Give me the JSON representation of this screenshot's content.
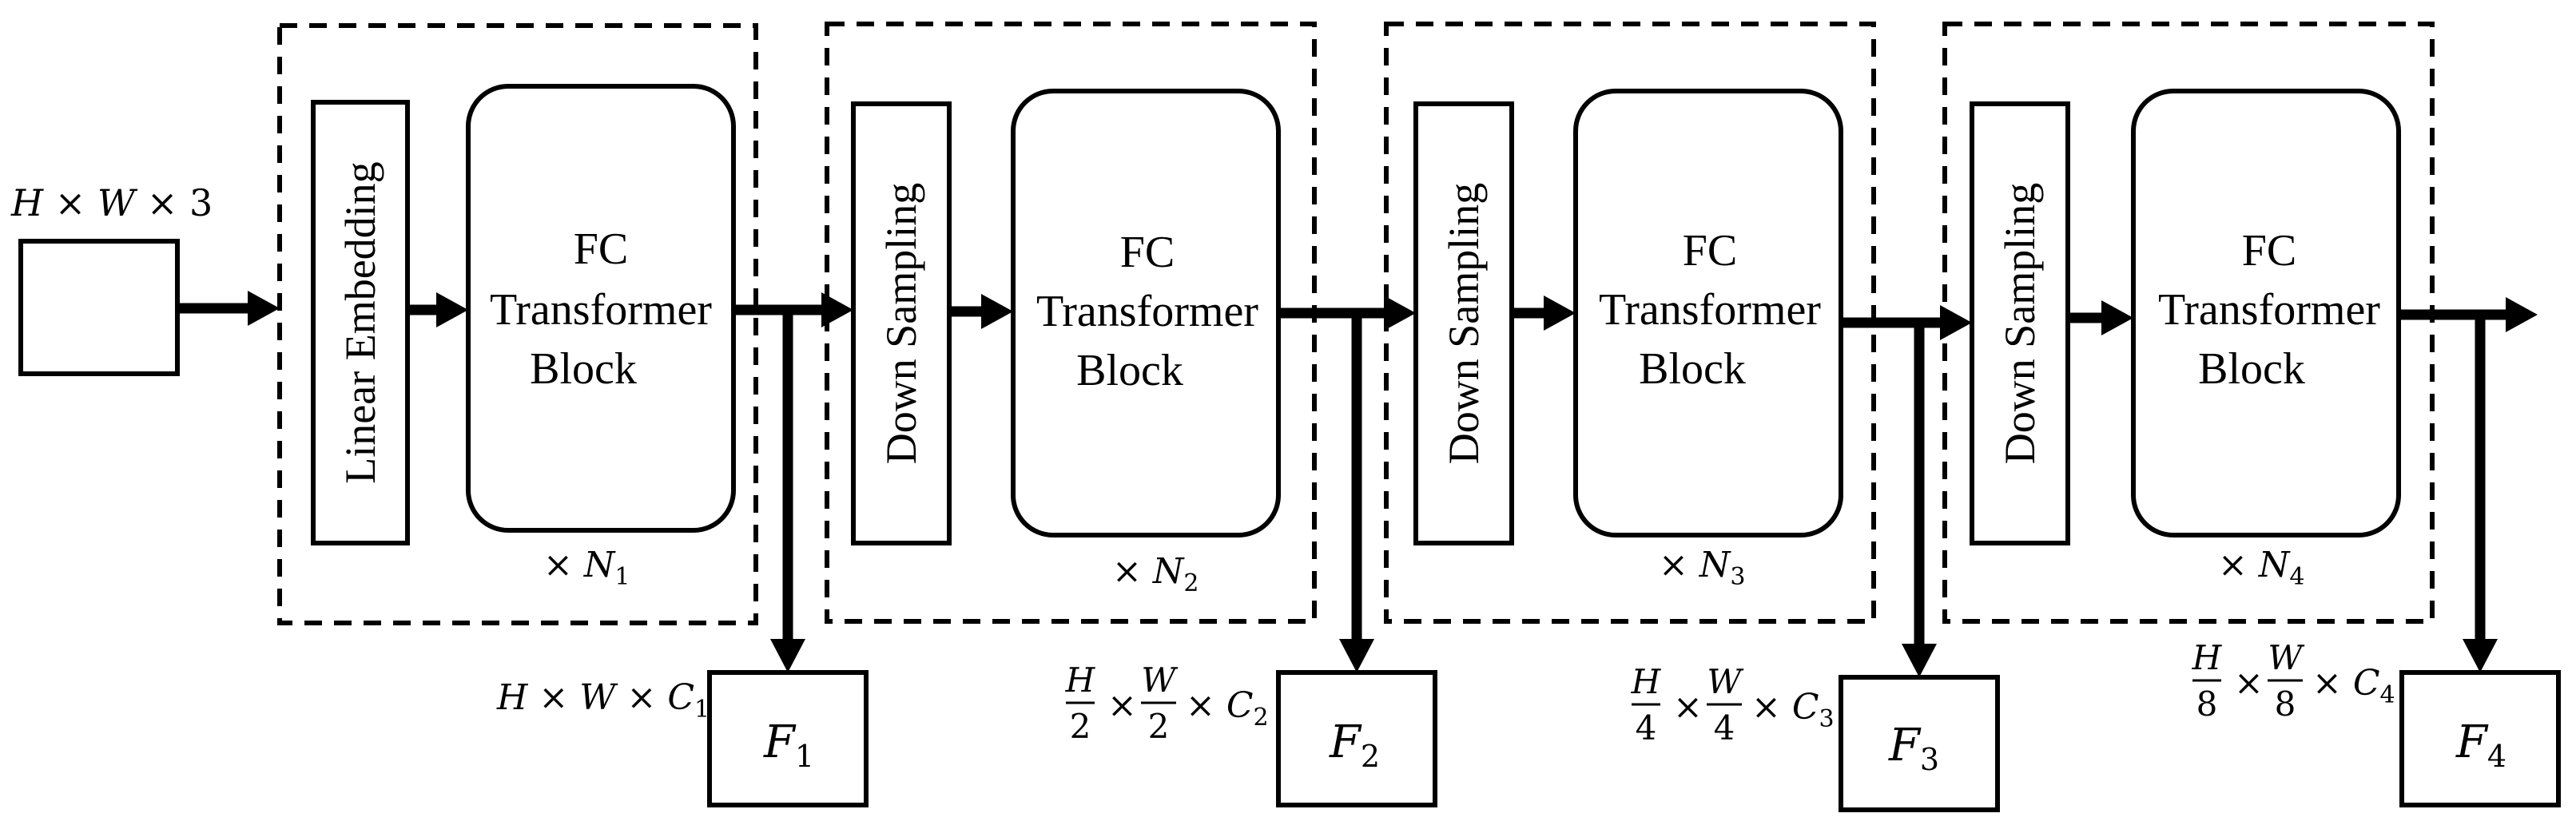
{
  "input": {
    "label_html": "<tspan>H × W × 3</tspan>",
    "label_parts": [
      "H",
      "W",
      "3"
    ],
    "label": "H × W × 3"
  },
  "stages": [
    {
      "entry_label": "Linear Embedding",
      "block_lines": [
        "FC",
        "Transformer",
        "Block"
      ],
      "repeat": {
        "times": "×",
        "sym": "N",
        "sub": "1"
      },
      "output": {
        "sym": "F",
        "sub": "1"
      },
      "shape": {
        "type": "plain",
        "h": "H",
        "w": "W",
        "c": "C",
        "c_sub": "1",
        "times": "×"
      }
    },
    {
      "entry_label": "Down Sampling",
      "block_lines": [
        "FC",
        "Transformer",
        "Block"
      ],
      "repeat": {
        "times": "×",
        "sym": "N",
        "sub": "2"
      },
      "output": {
        "sym": "F",
        "sub": "2"
      },
      "shape": {
        "type": "frac",
        "h": "H",
        "w": "W",
        "den": "2",
        "c": "C",
        "c_sub": "2",
        "times": "×"
      }
    },
    {
      "entry_label": "Down Sampling",
      "block_lines": [
        "FC",
        "Transformer",
        "Block"
      ],
      "repeat": {
        "times": "×",
        "sym": "N",
        "sub": "3"
      },
      "output": {
        "sym": "F",
        "sub": "3"
      },
      "shape": {
        "type": "frac",
        "h": "H",
        "w": "W",
        "den": "4",
        "c": "C",
        "c_sub": "3",
        "times": "×"
      }
    },
    {
      "entry_label": "Down Sampling",
      "block_lines": [
        "FC",
        "Transformer",
        "Block"
      ],
      "repeat": {
        "times": "×",
        "sym": "N",
        "sub": "4"
      },
      "output": {
        "sym": "F",
        "sub": "4"
      },
      "shape": {
        "type": "frac",
        "h": "H",
        "w": "W",
        "den": "8",
        "c": "C",
        "c_sub": "4",
        "times": "×"
      }
    }
  ]
}
